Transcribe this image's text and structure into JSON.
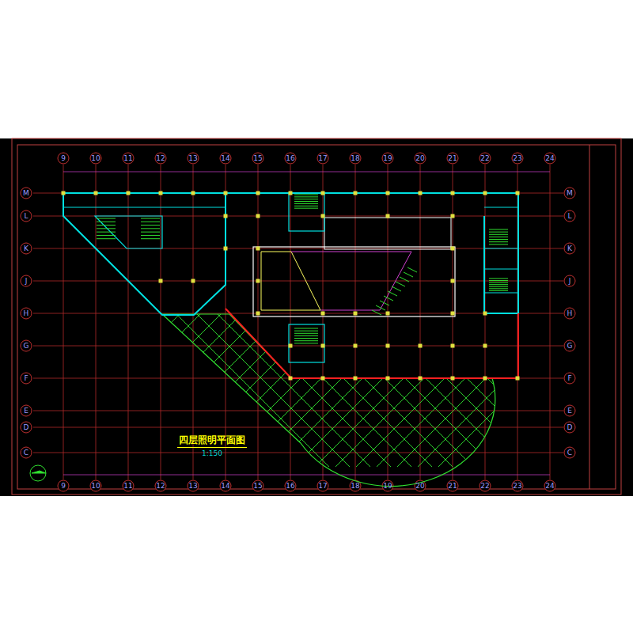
{
  "diagram": {
    "title": "四层照明平面图",
    "labels": [
      "9",
      "10",
      "11",
      "12",
      "13",
      "14",
      "15",
      "16",
      "17",
      "18",
      "19",
      "20",
      "21",
      "22",
      "23",
      "24",
      "9",
      "10",
      "11",
      "12",
      "13",
      "14",
      "15",
      "16",
      "17",
      "18",
      "19",
      "20",
      "21",
      "22",
      "23",
      "24",
      "M",
      "L",
      "K",
      "J",
      "H",
      "G",
      "F",
      "E",
      "D",
      "C",
      "M",
      "L",
      "K",
      "J",
      "H",
      "G",
      "F",
      "E",
      "D",
      "C",
      "1:150"
    ]
  }
}
